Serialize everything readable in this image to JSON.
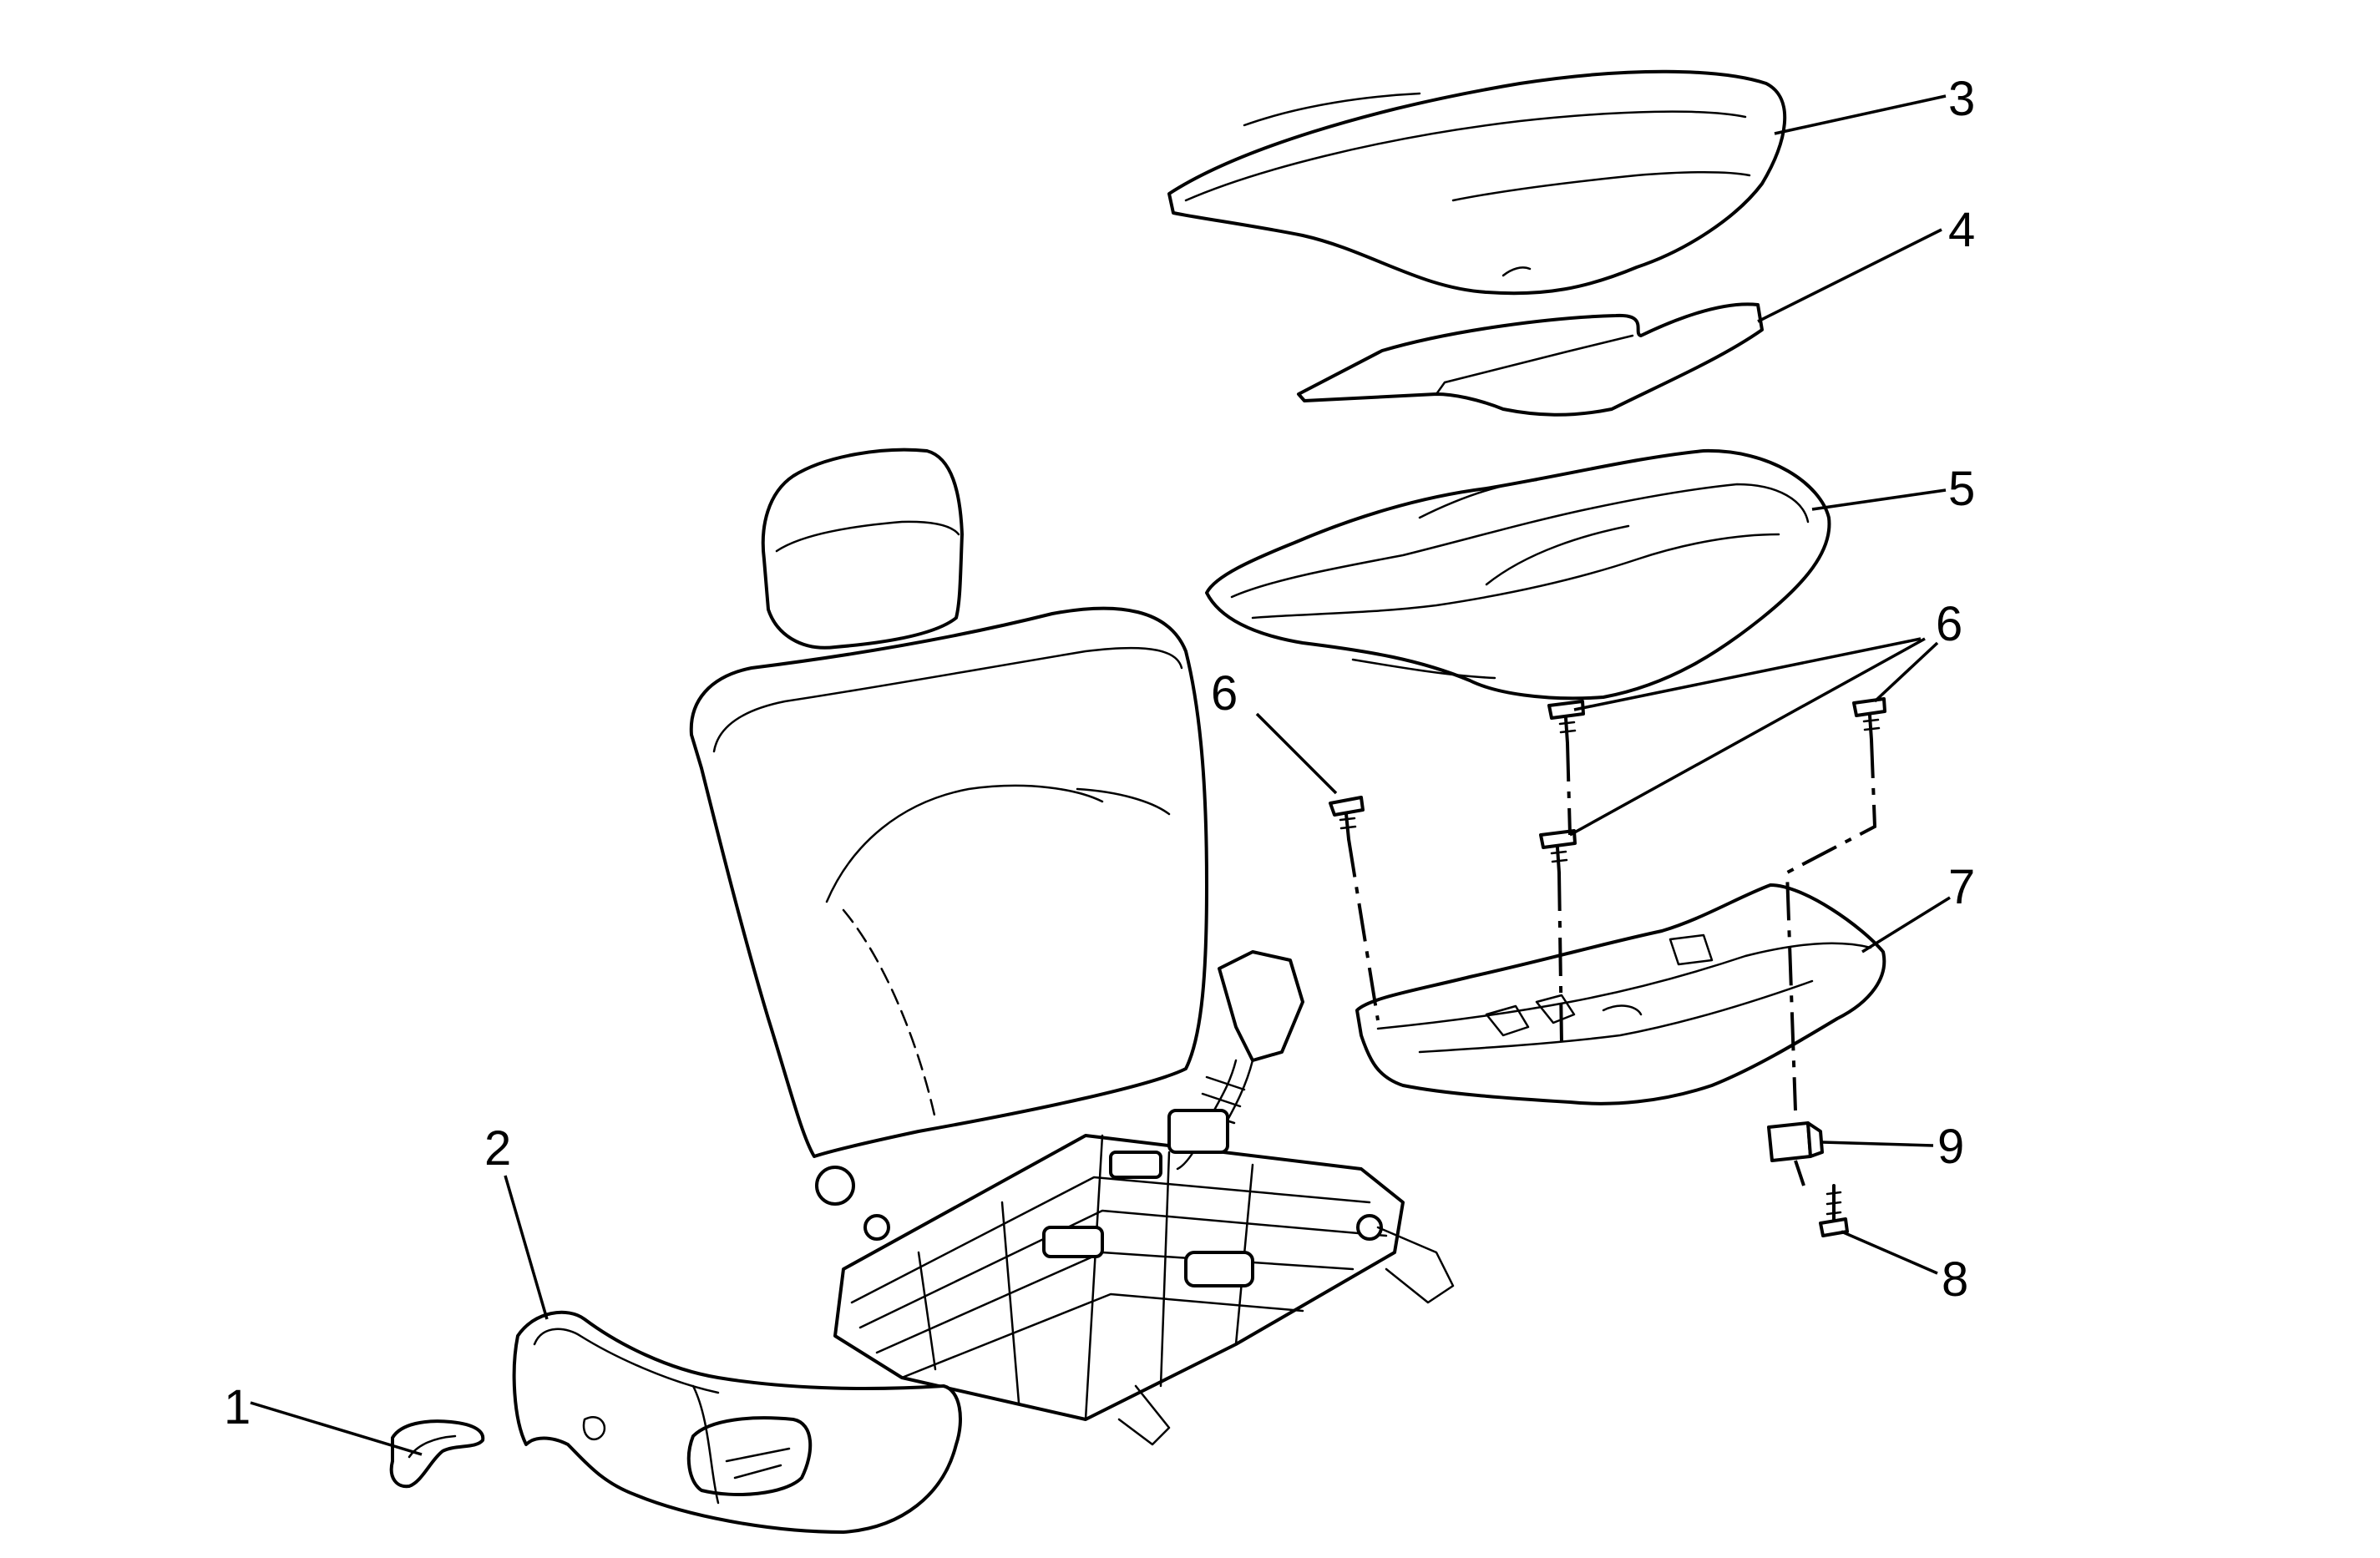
{
  "callouts": {
    "c1": "1",
    "c2": "2",
    "c3": "3",
    "c4": "4",
    "c5": "5",
    "c6a": "6",
    "c6b": "6",
    "c7": "7",
    "c8": "8",
    "c9": "9"
  }
}
